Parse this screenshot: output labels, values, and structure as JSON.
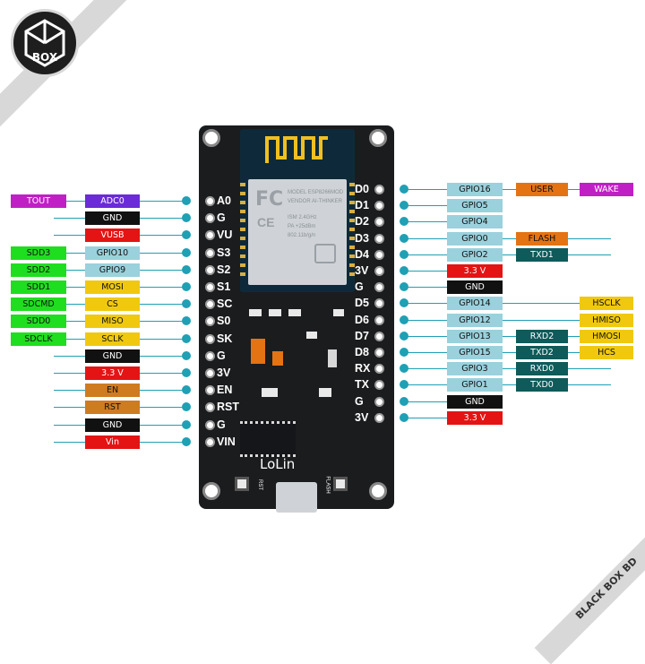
{
  "colors": {
    "tout": "#c11fc6",
    "adc": "#6b2bd6",
    "black": "#111111",
    "red": "#e41414",
    "green": "#1fde1f",
    "gpio": "#9ad1dc",
    "yellow": "#f0c90f",
    "orange": "#e47314",
    "brown": "#cf7b20",
    "teal": "#0f5a5a",
    "magenta": "#c11fc6",
    "board": "#1b1c1e",
    "wire": "#1fa0b4"
  },
  "board": {
    "model": "MODEL  ESP8266MOD",
    "vendor": "VENDOR  AI-THINKER",
    "ism": "ISM  2.4GHz",
    "pa": "PA  +25dBm",
    "protocol": "802.11b/g/n",
    "brand": "LoLin",
    "rst_label": "RST",
    "flash_label": "FLASH"
  },
  "left_pins": [
    {
      "pin": "A0",
      "labels": [
        "TOUT",
        "ADC0"
      ],
      "colors": [
        "tout",
        "adc"
      ]
    },
    {
      "pin": "G",
      "labels": [
        "GND"
      ],
      "colors": [
        "black"
      ]
    },
    {
      "pin": "VU",
      "labels": [
        "VUSB"
      ],
      "colors": [
        "red"
      ]
    },
    {
      "pin": "S3",
      "labels": [
        "SDD3",
        "GPIO10"
      ],
      "colors": [
        "green",
        "gpio"
      ]
    },
    {
      "pin": "S2",
      "labels": [
        "SDD2",
        "GPIO9"
      ],
      "colors": [
        "green",
        "gpio"
      ]
    },
    {
      "pin": "S1",
      "labels": [
        "SDD1",
        "MOSI"
      ],
      "colors": [
        "green",
        "yellow"
      ]
    },
    {
      "pin": "SC",
      "labels": [
        "SDCMD",
        "CS"
      ],
      "colors": [
        "green",
        "yellow"
      ]
    },
    {
      "pin": "S0",
      "labels": [
        "SDD0",
        "MISO"
      ],
      "colors": [
        "green",
        "yellow"
      ]
    },
    {
      "pin": "SK",
      "labels": [
        "SDCLK",
        "SCLK"
      ],
      "colors": [
        "green",
        "yellow"
      ]
    },
    {
      "pin": "G",
      "labels": [
        "GND"
      ],
      "colors": [
        "black"
      ]
    },
    {
      "pin": "3V",
      "labels": [
        "3.3 V"
      ],
      "colors": [
        "red"
      ]
    },
    {
      "pin": "EN",
      "labels": [
        "EN"
      ],
      "colors": [
        "brown"
      ]
    },
    {
      "pin": "RST",
      "labels": [
        "RST"
      ],
      "colors": [
        "brown"
      ]
    },
    {
      "pin": "G",
      "labels": [
        "GND"
      ],
      "colors": [
        "black"
      ]
    },
    {
      "pin": "VIN",
      "labels": [
        "Vin"
      ],
      "colors": [
        "red"
      ]
    }
  ],
  "right_pins": [
    {
      "pin": "D0",
      "labels": [
        "GPIO16",
        "USER",
        "WAKE"
      ],
      "colors": [
        "gpio",
        "orange",
        "magenta"
      ]
    },
    {
      "pin": "D1",
      "labels": [
        "GPIO5"
      ],
      "colors": [
        "gpio"
      ]
    },
    {
      "pin": "D2",
      "labels": [
        "GPIO4"
      ],
      "colors": [
        "gpio"
      ]
    },
    {
      "pin": "D3",
      "labels": [
        "GPIO0",
        "FLASH"
      ],
      "colors": [
        "gpio",
        "orange"
      ]
    },
    {
      "pin": "D4",
      "labels": [
        "GPIO2",
        "TXD1"
      ],
      "colors": [
        "gpio",
        "teal"
      ]
    },
    {
      "pin": "3V",
      "labels": [
        "3.3 V"
      ],
      "colors": [
        "red"
      ]
    },
    {
      "pin": "G",
      "labels": [
        "GND"
      ],
      "colors": [
        "black"
      ]
    },
    {
      "pin": "D5",
      "labels": [
        "GPIO14",
        "",
        "HSCLK"
      ],
      "colors": [
        "gpio",
        "",
        "yellow"
      ]
    },
    {
      "pin": "D6",
      "labels": [
        "GPIO12",
        "",
        "HMISO"
      ],
      "colors": [
        "gpio",
        "",
        "yellow"
      ]
    },
    {
      "pin": "D7",
      "labels": [
        "GPIO13",
        "RXD2",
        "HMOSI"
      ],
      "colors": [
        "gpio",
        "teal",
        "yellow"
      ]
    },
    {
      "pin": "D8",
      "labels": [
        "GPIO15",
        "TXD2",
        "HCS"
      ],
      "colors": [
        "gpio",
        "teal",
        "yellow"
      ]
    },
    {
      "pin": "RX",
      "labels": [
        "GPIO3",
        "RXD0"
      ],
      "colors": [
        "gpio",
        "teal"
      ]
    },
    {
      "pin": "TX",
      "labels": [
        "GPIO1",
        "TXD0"
      ],
      "colors": [
        "gpio",
        "teal"
      ]
    },
    {
      "pin": "G",
      "labels": [
        "GND"
      ],
      "colors": [
        "black"
      ]
    },
    {
      "pin": "3V",
      "labels": [
        "3.3 V"
      ],
      "colors": [
        "red"
      ]
    }
  ],
  "logo_text": "BOX",
  "watermark": "BLACK BOX BD"
}
